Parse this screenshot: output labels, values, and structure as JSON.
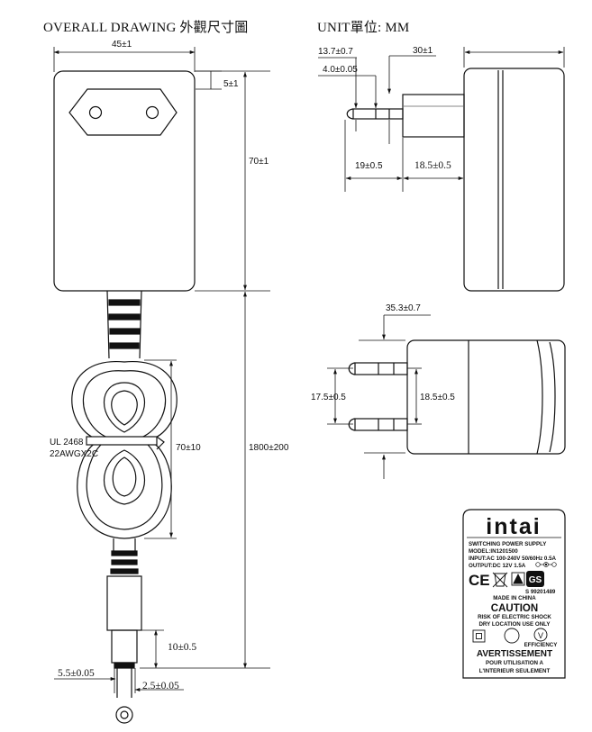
{
  "header": {
    "title": "OVERALL DRAWING 外觀尺寸圖",
    "unit": "UNIT單位: MM"
  },
  "front_view": {
    "width_dim": "45±1",
    "top_offset_dim": "5±1",
    "height_dim": "70±1",
    "cable_length_dim": "1800±200",
    "coil_length_dim": "70±10",
    "cable_spec_line1": "UL 2468",
    "cable_spec_line2": "22AWGX2C",
    "plug_length_dim": "10±0.5",
    "plug_outer_dim": "5.5±0.05",
    "plug_inner_dim": "2.5±0.05"
  },
  "side_view": {
    "pin_length_dim": "13.7±0.7",
    "pin_diameter_dim": "4.0±0.05",
    "base_width_dim": "30±1",
    "pin_total_dim": "19±0.5",
    "base_depth_dim": "18.5±0.5"
  },
  "top_view": {
    "height_dim": "35.3±0.7",
    "pin_spacing_dim": "17.5±0.5",
    "base_height_dim": "18.5±0.5"
  },
  "label": {
    "brand": "intai",
    "line1": "SWITCHING POWER SUPPLY",
    "line2": "MODEL:IN1201500",
    "line3": "INPUT:AC 100-240V 50/60Hz 0.5A",
    "line4": "OUTPUT:DC 12V 1.5A",
    "ce_mark": "CE",
    "cert_number": "S 99201489",
    "made_in": "MADE IN CHINA",
    "caution_title": "CAUTION",
    "caution_line1": "RISK OF ELECTRIC SHOCK",
    "caution_line2": "DRY LOCATION USE ONLY",
    "efficiency_mark": "V",
    "efficiency_text": "EFFICIENCY",
    "avert_title": "AVERTISSEMENT",
    "avert_line1": "POUR UTILISATION A",
    "avert_line2": "L'INTERIEUR SEULEMENT"
  }
}
